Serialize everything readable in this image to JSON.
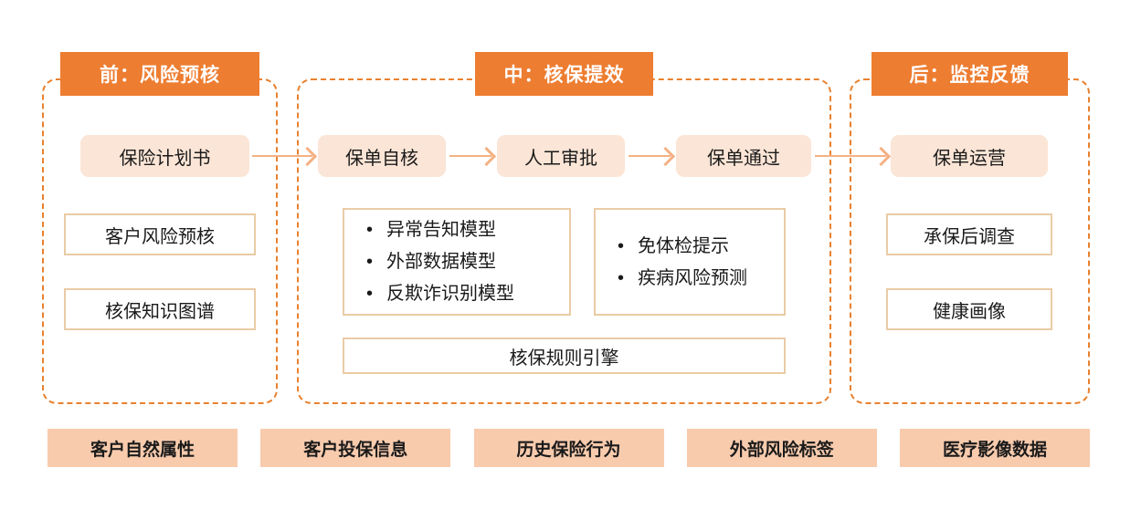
{
  "colors": {
    "accent": "#ED7D31",
    "panel_border": "#E8812F",
    "flow_fill": "#FBE5D6",
    "arrow": "#F4B183",
    "outline_border": "#EACBA5",
    "data_fill": "#F8CBAD",
    "text": "#1A1A1A",
    "header_text": "#FFFFFF"
  },
  "stages": {
    "pre": {
      "title": "前：风险预核",
      "flow_label": "保险计划书",
      "items": [
        "客户风险预核",
        "核保知识图谱"
      ]
    },
    "mid": {
      "title": "中：核保提效",
      "flow_labels": [
        "保单自核",
        "人工审批",
        "保单通过"
      ],
      "model_bullets": [
        "异常告知模型",
        "外部数据模型",
        "反欺诈识别模型"
      ],
      "tip_bullets": [
        "免体检提示",
        "疾病风险预测"
      ],
      "engine_label": "核保规则引擎"
    },
    "post": {
      "title": "后：监控反馈",
      "flow_label": "保单运营",
      "items": [
        "承保后调查",
        "健康画像"
      ]
    }
  },
  "data_sources": [
    "客户自然属性",
    "客户投保信息",
    "历史保险行为",
    "外部风险标签",
    "医疗影像数据"
  ]
}
